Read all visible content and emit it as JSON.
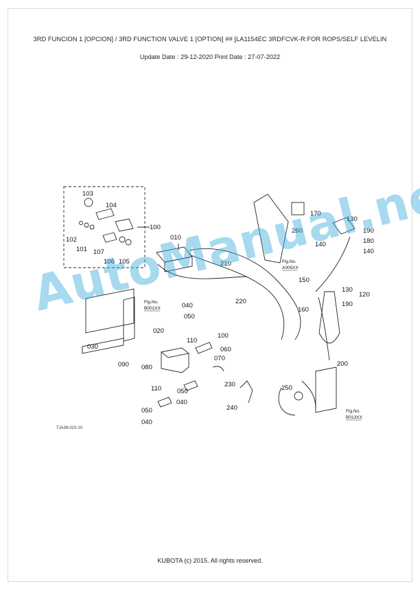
{
  "header": {
    "title": "3RD FUNCION 1 [OPCION] / 3RD FUNCTION VALVE 1 [OPTION] ## [LA1154EC 3RDFCVK-R:FOR ROPS/SELF LEVELIN",
    "dates": "Update Date : 29-12-2020   Print Date : 27-07-2022"
  },
  "diagram": {
    "part_labels": {
      "p103": "103",
      "p104": "104",
      "p100a": "100",
      "p102": "102",
      "p101": "101",
      "p107": "107",
      "p106": "106",
      "p105": "105",
      "p010": "010",
      "p210": "210",
      "p260": "260",
      "p170": "170",
      "p130a": "130",
      "p190a": "190",
      "p180": "180",
      "p140a": "140",
      "p140b": "140",
      "p150": "150",
      "p130b": "130",
      "p120": "120",
      "p190b": "190",
      "p160": "160",
      "p220": "220",
      "p040a": "040",
      "p050a": "050",
      "p020": "020",
      "p110a": "110",
      "p100b": "100",
      "p060": "060",
      "p070": "070",
      "p030": "030",
      "p090": "090",
      "p080": "080",
      "p200": "200",
      "p250": "250",
      "p230": "230",
      "p240": "240",
      "p110b": "110",
      "p050b": "050",
      "p040b": "040",
      "p050c": "050",
      "p040c": "040"
    },
    "fig_refs": {
      "a005": {
        "line1": "Fig.No.",
        "line2": "A005XX"
      },
      "b001": {
        "line1": "Fig.No.",
        "line2": "B001XX"
      },
      "b013": {
        "line1": "Fig.No.",
        "line2": "B013XX"
      }
    },
    "drawing_code": "TJA38-023-10"
  },
  "watermark": "AutoManual.net",
  "footer": {
    "copyright": "KUBOTA (c) 2015. All rights reserved."
  }
}
